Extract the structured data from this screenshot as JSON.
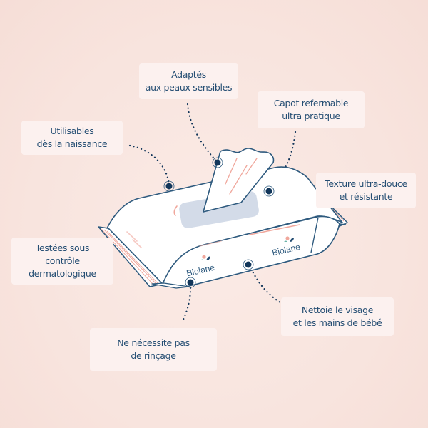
{
  "brand": "Biolane",
  "colors": {
    "background": "#f8e5df",
    "card_bg": "#fcf1ef",
    "text": "#254e73",
    "outline": "#2e5a7e",
    "accent_pink": "#f0a79c",
    "opening": "#d3dbe8",
    "dot": "#12365a"
  },
  "features": [
    {
      "id": "adaptes",
      "lines": [
        "Adaptés",
        "aux peaux sensibles"
      ]
    },
    {
      "id": "capot",
      "lines": [
        "Capot refermable",
        "ultra pratique"
      ]
    },
    {
      "id": "utilisables",
      "lines": [
        "Utilisables",
        "dès la naissance"
      ]
    },
    {
      "id": "texture",
      "lines": [
        "Texture ultra-douce",
        "et résistante"
      ]
    },
    {
      "id": "testees",
      "lines": [
        "Testées sous",
        "contrôle",
        "dermatologique"
      ]
    },
    {
      "id": "nettoie",
      "lines": [
        "Nettoie le visage",
        "et les mains de bébé"
      ]
    },
    {
      "id": "rincage",
      "lines": [
        "Ne nécessite pas",
        "de rinçage"
      ]
    }
  ],
  "package": {
    "logo_left": "Biolane",
    "logo_right": "Biolane"
  }
}
